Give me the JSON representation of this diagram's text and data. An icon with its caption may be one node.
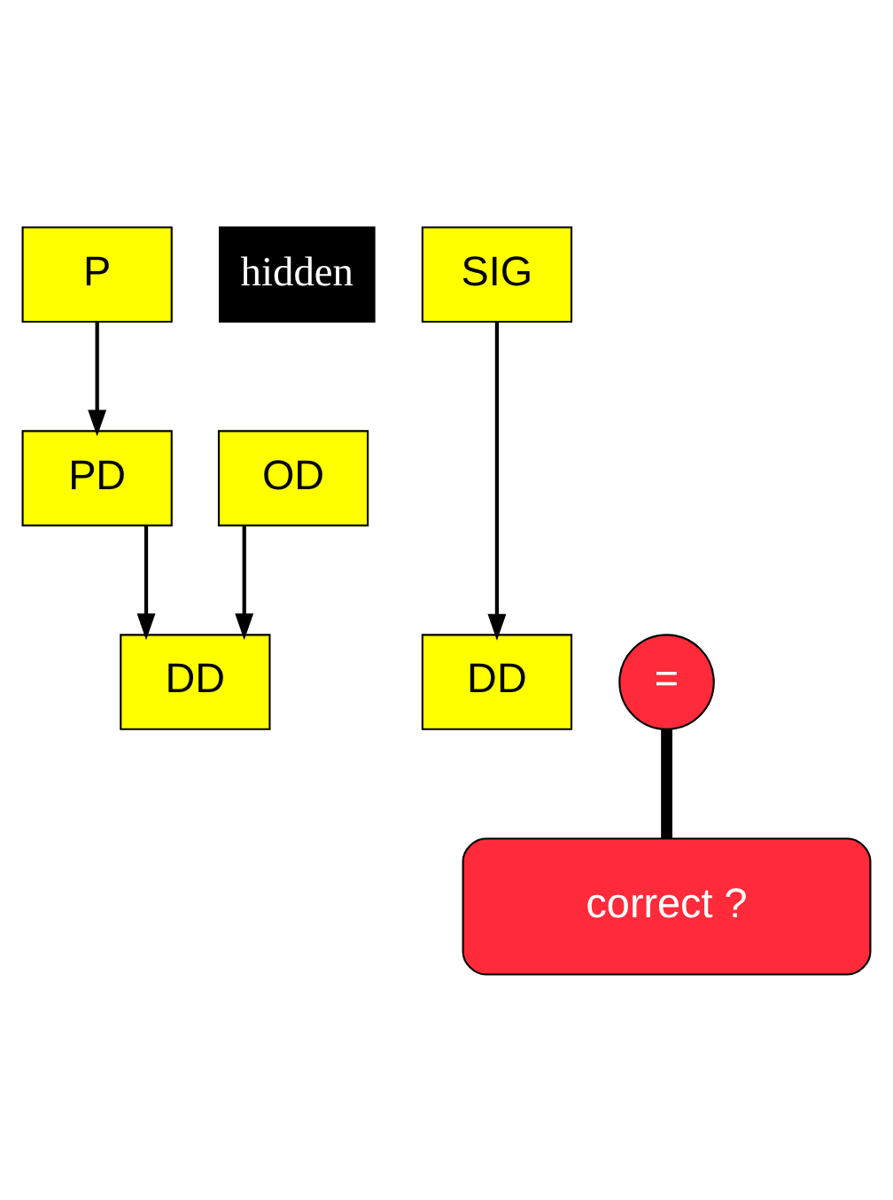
{
  "diagram": {
    "nodes": [
      {
        "text": [
          "P"
        ]
      },
      {
        "text": [
          "hidden"
        ]
      },
      {
        "text": [
          "SIG"
        ]
      },
      {
        "text": [
          "PD"
        ]
      },
      {
        "text": [
          "OD"
        ]
      },
      {
        "text": [
          "DD"
        ]
      },
      {
        "text": [
          "="
        ]
      },
      {
        "text": [
          "DD"
        ]
      },
      {
        "text": [
          "correct ?"
        ]
      }
    ],
    "edges": [
      {
        "from": 0,
        "to": 3,
        "arrow": "to"
      },
      {
        "from": 3,
        "to": 5,
        "arrow": "to"
      },
      {
        "from": 4,
        "to": 5,
        "arrow": "to"
      },
      {
        "from": 2,
        "to": 7,
        "arrow": "to"
      },
      {
        "from": 6,
        "to": 8,
        "arrow": "none",
        "style": "thick"
      }
    ]
  }
}
